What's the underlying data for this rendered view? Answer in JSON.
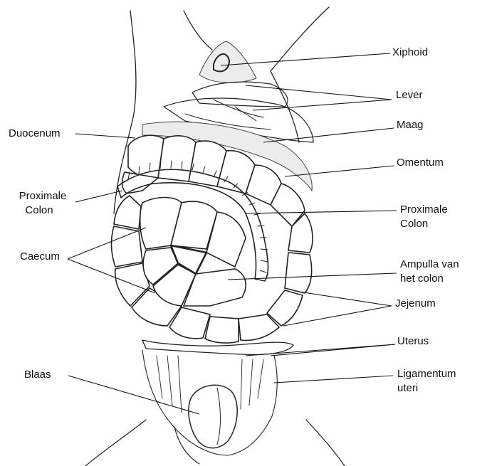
{
  "labels": {
    "xiphoid": "Xiphoid",
    "lever": "Lever",
    "maag": "Maag",
    "omentum": "Omentum",
    "proximale_colon_right_1": "Proximale",
    "proximale_colon_right_2": "Colon",
    "ampulla_1": "Ampulla van",
    "ampulla_2": "het colon",
    "jejenum": "Jejenum",
    "uterus": "Uterus",
    "ligamentum_1": "Ligamentum",
    "ligamentum_2": "uteri",
    "duocenum": "Duocenum",
    "proximale_colon_left_1": "Proximale",
    "proximale_colon_left_2": "Colon",
    "caecum": "Caecum",
    "blaas": "Blaas"
  },
  "colors": {
    "ink": "#222222",
    "background": "#ffffff"
  }
}
